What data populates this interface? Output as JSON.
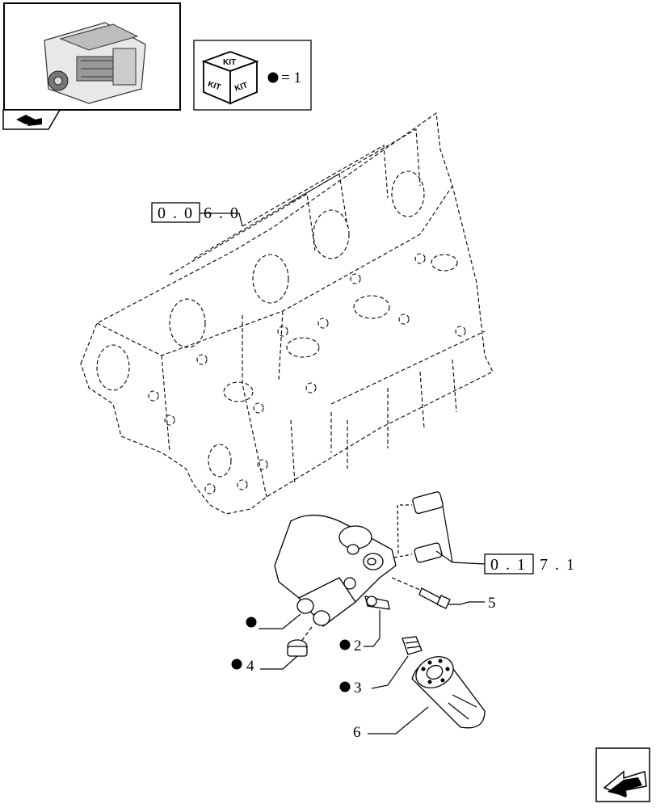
{
  "kit_legend": {
    "box_text": "KIT",
    "equals_text": "= 1"
  },
  "references": {
    "engine_block": [
      "0 . 0",
      "6 . 0"
    ],
    "sensor_group": [
      "0 . 1",
      "7 . 1"
    ]
  },
  "callouts": {
    "item_2": "2",
    "item_3": "3",
    "item_4": "4",
    "item_5": "5",
    "item_6": "6"
  },
  "colors": {
    "ink": "#000000",
    "paper": "#ffffff"
  },
  "icons": [
    "engine-thumbnail-icon",
    "book-icon",
    "kit-cube-icon",
    "kit-dot-icon",
    "next-page-arrow-icon"
  ]
}
